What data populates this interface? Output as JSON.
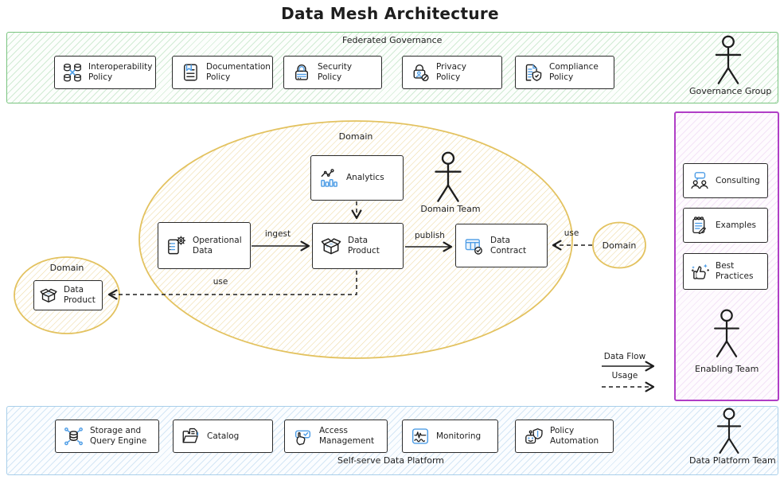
{
  "title": "Data Mesh Architecture",
  "governance": {
    "label": "Federated Governance",
    "items": [
      {
        "label": "Interoperability Policy",
        "icon": "databases-sync-icon"
      },
      {
        "label": "Documentation Policy",
        "icon": "document-bookmark-icon"
      },
      {
        "label": "Security Policy",
        "icon": "lock-icon"
      },
      {
        "label": "Privacy Policy",
        "icon": "lock-user-icon"
      },
      {
        "label": "Compliance Policy",
        "icon": "document-shield-icon"
      }
    ],
    "actor": {
      "label": "Governance Group",
      "icon": "person-icon"
    }
  },
  "domains": {
    "main": {
      "label": "Domain",
      "team": {
        "label": "Domain Team",
        "icon": "person-icon"
      },
      "nodes": {
        "analytics": {
          "label": "Analytics",
          "icon": "chart-icon"
        },
        "operational_data": {
          "label": "Operational Data",
          "icon": "document-gear-icon"
        },
        "data_product": {
          "label": "Data Product",
          "icon": "package-icon"
        },
        "data_contract": {
          "label": "Data Contract",
          "icon": "table-check-icon"
        }
      }
    },
    "left": {
      "label": "Domain",
      "node": {
        "label": "Data Product",
        "icon": "package-icon"
      }
    },
    "right": {
      "label": "Domain"
    }
  },
  "edges": {
    "ingest": "ingest",
    "publish": "publish",
    "use_left": "use",
    "use_right": "use"
  },
  "legend": {
    "data_flow": "Data Flow",
    "usage": "Usage"
  },
  "enabling": {
    "items": [
      {
        "label": "Consulting",
        "icon": "people-chat-icon"
      },
      {
        "label": "Examples",
        "icon": "notebook-pencil-icon"
      },
      {
        "label": "Best Practices",
        "icon": "thumbs-up-icon"
      }
    ],
    "actor": {
      "label": "Enabling Team",
      "icon": "person-icon"
    }
  },
  "platform": {
    "label": "Self-serve Data Platform",
    "items": [
      {
        "label": "Storage and Query Engine",
        "icon": "database-network-icon"
      },
      {
        "label": "Catalog",
        "icon": "folder-icon"
      },
      {
        "label": "Access Management",
        "icon": "hand-checkbox-icon"
      },
      {
        "label": "Monitoring",
        "icon": "waveform-icon"
      },
      {
        "label": "Policy Automation",
        "icon": "robot-shield-icon"
      }
    ],
    "actor": {
      "label": "Data Platform Team",
      "icon": "person-icon"
    }
  },
  "colors": {
    "ink": "#1e1e1e",
    "accent_blue": "#4e9de6",
    "governance_green": "#79c47f",
    "platform_blue": "#a9cfea",
    "enabling_purple": "#b03ec6",
    "domain_yellow": "#e3c25f"
  }
}
